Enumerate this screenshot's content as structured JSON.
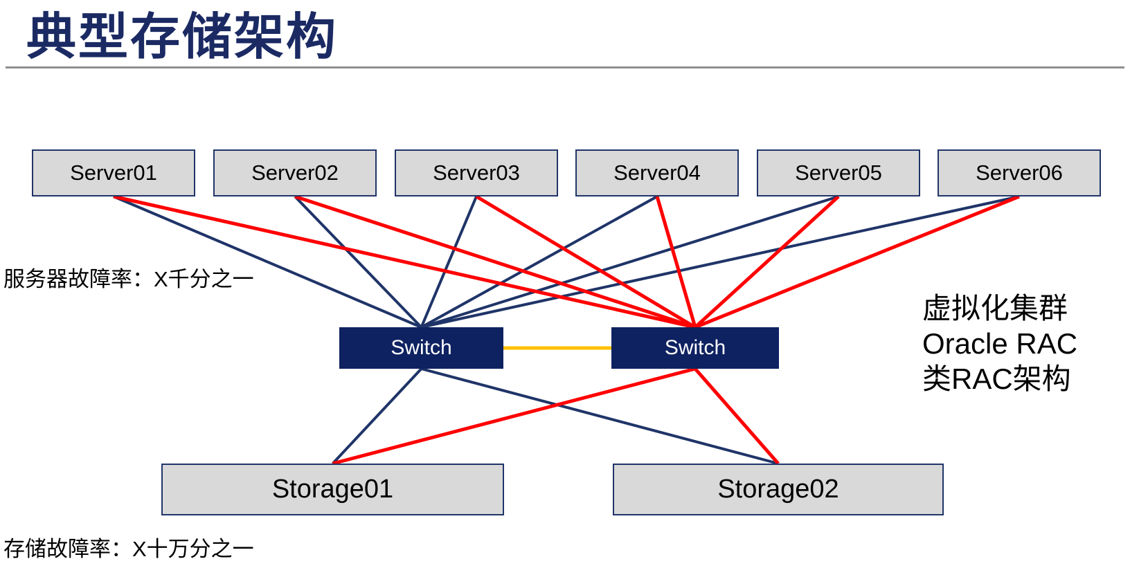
{
  "title": "典型存储架构",
  "annotations": {
    "server_failure_rate": "服务器故障率：X千分之一",
    "storage_failure_rate": "存储故障率：X十万分之一",
    "side_note_lines": [
      "虚拟化集群",
      "Oracle RAC",
      "类RAC架构"
    ]
  },
  "nodes": {
    "servers": [
      {
        "id": "server01",
        "label": "Server01"
      },
      {
        "id": "server02",
        "label": "Server02"
      },
      {
        "id": "server03",
        "label": "Server03"
      },
      {
        "id": "server04",
        "label": "Server04"
      },
      {
        "id": "server05",
        "label": "Server05"
      },
      {
        "id": "server06",
        "label": "Server06"
      }
    ],
    "switches": [
      {
        "id": "switch-left",
        "label": "Switch"
      },
      {
        "id": "switch-right",
        "label": "Switch"
      }
    ],
    "storages": [
      {
        "id": "storage01",
        "label": "Storage01"
      },
      {
        "id": "storage02",
        "label": "Storage02"
      }
    ]
  },
  "connections": {
    "server_to_switch": [
      {
        "from": "server01",
        "to": "switch-left",
        "color": "navy"
      },
      {
        "from": "server02",
        "to": "switch-left",
        "color": "navy"
      },
      {
        "from": "server03",
        "to": "switch-left",
        "color": "navy"
      },
      {
        "from": "server04",
        "to": "switch-left",
        "color": "navy"
      },
      {
        "from": "server05",
        "to": "switch-left",
        "color": "navy"
      },
      {
        "from": "server06",
        "to": "switch-left",
        "color": "navy"
      },
      {
        "from": "server01",
        "to": "switch-right",
        "color": "red"
      },
      {
        "from": "server02",
        "to": "switch-right",
        "color": "red"
      },
      {
        "from": "server03",
        "to": "switch-right",
        "color": "red"
      },
      {
        "from": "server04",
        "to": "switch-right",
        "color": "red"
      },
      {
        "from": "server05",
        "to": "switch-right",
        "color": "red"
      },
      {
        "from": "server06",
        "to": "switch-right",
        "color": "red"
      }
    ],
    "switch_to_storage": [
      {
        "from": "switch-left",
        "to": "storage01",
        "color": "navy"
      },
      {
        "from": "switch-left",
        "to": "storage02",
        "color": "navy"
      },
      {
        "from": "switch-right",
        "to": "storage01",
        "color": "red"
      },
      {
        "from": "switch-right",
        "to": "storage02",
        "color": "red"
      }
    ],
    "switch_to_switch": [
      {
        "from": "switch-left",
        "to": "switch-right",
        "color": "orange"
      }
    ]
  },
  "colors": {
    "title_navy": "#1b2a63",
    "line_navy": "#1f3468",
    "line_red": "#fe0000",
    "line_orange": "#ffc000",
    "switch_fill": "#0e2261",
    "box_fill": "#d9d9d9",
    "box_border": "#1f3468",
    "divider_gray": "#8f8f8f"
  }
}
